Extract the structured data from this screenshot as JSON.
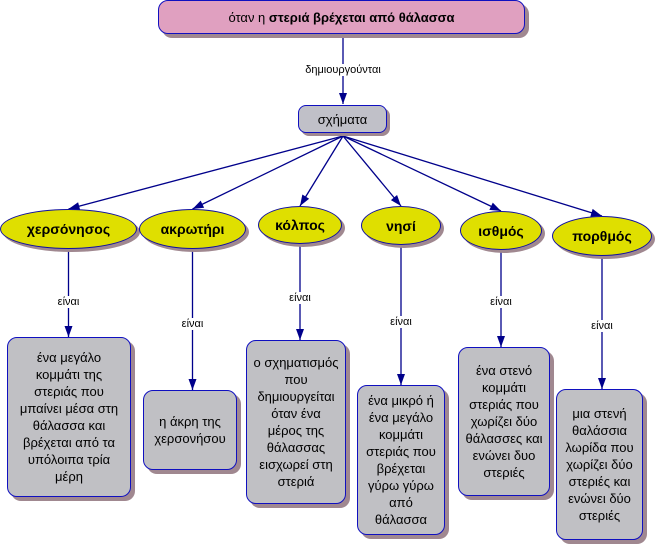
{
  "root": {
    "prefix": "όταν η",
    "emphasis": "στεριά βρέχεται από θάλασσα"
  },
  "root_link_label": "δημιουργούνται",
  "hub": {
    "label": "σχήματα"
  },
  "link_label": "είναι",
  "colors": {
    "root_fill": "#e0a0c0",
    "concept_fill": "#dfdf00",
    "box_fill": "#c0c0c4",
    "line": "#00008b"
  },
  "concepts": [
    {
      "label": "χερσόνησος",
      "description": "ένα μεγάλο κομμάτι της στεριάς που μπαίνει μέσα στη θάλασσα και βρέχεται από τα υπόλοιπα τρία μέρη"
    },
    {
      "label": "ακρωτήρι",
      "description": "η άκρη της χερσονήσου"
    },
    {
      "label": "κόλπος",
      "description": "ο σχηματισμός που δημιουργείται όταν ένα μέρος της θάλασσας εισχωρεί στη στεριά"
    },
    {
      "label": "νησί",
      "description": "ένα μικρό ή ένα μεγάλο κομμάτι στεριάς που βρέχεται γύρω γύρω από θάλασσα"
    },
    {
      "label": "ισθμός",
      "description": "ένα στενό κομμάτι στεριάς που χωρίζει δύο θάλασσες και ενώνει δυο στεριές"
    },
    {
      "label": "πορθμός",
      "description": "μια στενή θαλάσσια λωρίδα που χωρίζει δύο στεριές και ενώνει δύο στεριές"
    }
  ]
}
